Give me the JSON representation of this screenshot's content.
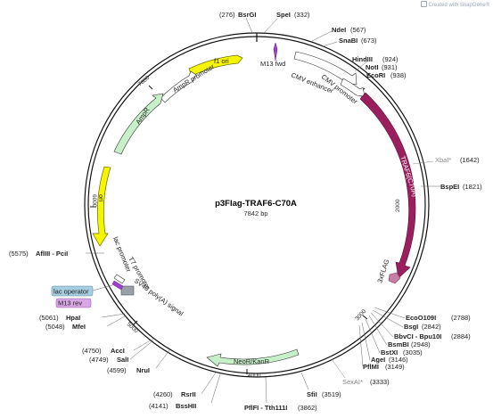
{
  "plasmid": {
    "name": "p3Flag-TRAF6-C70A",
    "size": "7842 bp",
    "credit": "Created with SnapGene®"
  },
  "ticks": [
    "1000",
    "2000",
    "3000",
    "4000",
    "5000",
    "6000",
    "7000"
  ],
  "features": [
    {
      "name": "f1 ori",
      "color": "#f5f500",
      "kind": "arrow"
    },
    {
      "name": "M13 fwd",
      "color": "#a23fd0",
      "kind": "primer"
    },
    {
      "name": "CMV enhancer",
      "color": "#ffffff",
      "kind": "arrow"
    },
    {
      "name": "CMV promoter",
      "color": "#ffffff",
      "kind": "arrow"
    },
    {
      "name": "TRAF6(C70A)",
      "color": "#9b1f5e",
      "kind": "arrow"
    },
    {
      "name": "3xFLAG",
      "color": "#c77fa4",
      "kind": "tag"
    },
    {
      "name": "NeoR/KanR",
      "color": "#c8f0c8",
      "kind": "arrow"
    },
    {
      "name": "SV40 poly(A) signal",
      "color": "#9aa0a8",
      "kind": "box"
    },
    {
      "name": "T7 promoter",
      "color": "#ffffff",
      "kind": "arrow"
    },
    {
      "name": "lac promoter",
      "color": "#ffffff",
      "kind": "arrow"
    },
    {
      "name": "lac operator",
      "color": "#a6cde0",
      "kind": "box"
    },
    {
      "name": "M13 rev",
      "color": "#d9a6e6",
      "kind": "box"
    },
    {
      "name": "ori",
      "color": "#f5f500",
      "kind": "arrow"
    },
    {
      "name": "AmpR",
      "color": "#c8f0c8",
      "kind": "arrow"
    },
    {
      "name": "AmpR promoter",
      "color": "#ffffff",
      "kind": "arrow"
    }
  ],
  "sites": [
    {
      "name": "BsrGI",
      "pos": "(276)",
      "unique": true
    },
    {
      "name": "SpeI",
      "pos": "(332)",
      "unique": true
    },
    {
      "name": "NdeI",
      "pos": "(567)",
      "unique": true
    },
    {
      "name": "SnaBI",
      "pos": "(673)",
      "unique": true
    },
    {
      "name": "HindIII",
      "pos": "(924)",
      "unique": true
    },
    {
      "name": "NotI",
      "pos": "(931)",
      "unique": true
    },
    {
      "name": "EcoRI",
      "pos": "(938)",
      "unique": true
    },
    {
      "name": "XbaI*",
      "pos": "(1642)",
      "unique": false
    },
    {
      "name": "BspEI",
      "pos": "(1821)",
      "unique": true
    },
    {
      "name": "EcoO109I",
      "pos": "(2788)",
      "unique": true
    },
    {
      "name": "BsgI",
      "pos": "(2842)",
      "unique": true
    },
    {
      "name": "BbvCI - Bpu10I",
      "pos": "(2884)",
      "unique": true
    },
    {
      "name": "BsmBI",
      "pos": "(2948)",
      "unique": true
    },
    {
      "name": "BstXI",
      "pos": "(3035)",
      "unique": true
    },
    {
      "name": "AgeI",
      "pos": "(3146)",
      "unique": true
    },
    {
      "name": "PflMI",
      "pos": "(3149)",
      "unique": true
    },
    {
      "name": "SexAI*",
      "pos": "(3333)",
      "unique": false
    },
    {
      "name": "SfiI",
      "pos": "(3519)",
      "unique": true
    },
    {
      "name": "PflFI - Tth111I",
      "pos": "(3862)",
      "unique": true
    },
    {
      "name": "RsrII",
      "pos": "(4260)",
      "unique": true
    },
    {
      "name": "BssHII",
      "pos": "(4141)",
      "unique": true
    },
    {
      "name": "NruI",
      "pos": "(4599)",
      "unique": true
    },
    {
      "name": "AccI",
      "pos": "(4750)",
      "unique": true
    },
    {
      "name": "SalI",
      "pos": "(4749)",
      "unique": true
    },
    {
      "name": "HpaI",
      "pos": "(5061)",
      "unique": true
    },
    {
      "name": "MfeI",
      "pos": "(5048)",
      "unique": true
    },
    {
      "name": "AflIII - PciI",
      "pos": "(5575)",
      "unique": true
    }
  ]
}
